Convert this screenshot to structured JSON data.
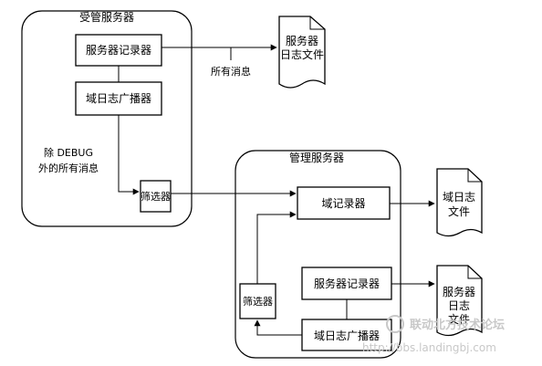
{
  "managed_server": {
    "title": "受管服务器",
    "server_logger": "服务器记录器",
    "domain_log_broadcaster": "域日志广播器",
    "filter": "筛选器",
    "filter_note_line1": "除 DEBUG",
    "filter_note_line2": "外的所有消息",
    "all_messages": "所有消息",
    "server_log_file_line1": "服务器",
    "server_log_file_line2": "日志文件"
  },
  "admin_server": {
    "title": "管理服务器",
    "domain_logger": "域记录器",
    "server_logger": "服务器记录器",
    "domain_log_broadcaster": "域日志广播器",
    "filter": "筛选器"
  },
  "files": {
    "domain_log_file_line1": "域日志",
    "domain_log_file_line2": "文件",
    "server_log_file_line1": "服务器",
    "server_log_file_line2": "日志",
    "server_log_file_line3": "文件"
  },
  "watermark": {
    "line1": "联动北方技术论坛",
    "line2": "http://bbs.landingbj.com"
  }
}
